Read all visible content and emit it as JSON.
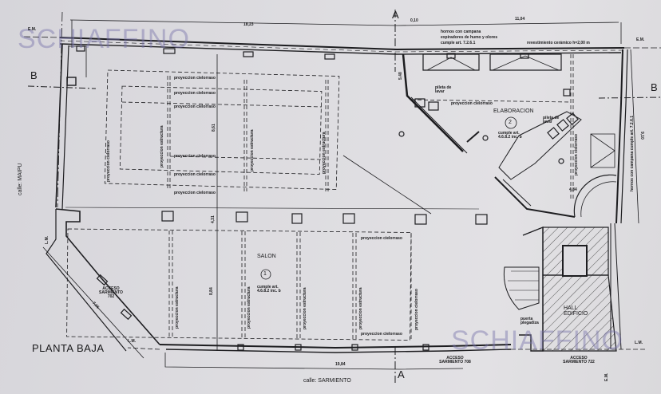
{
  "drawing": {
    "title": "PLANTA BAJA",
    "watermark": "SCHIAFFINO",
    "sections": {
      "A_top": "A",
      "A_bottom": "A",
      "B_left": "B",
      "B_right": "B"
    },
    "line_markers": {
      "em_left": "E.M.",
      "em_right": "E.M.",
      "lm_left_upper": "L.M.",
      "lm_left_lower": "L.M.",
      "lm_right": "L.M.",
      "em_bottom_right": "E.M."
    },
    "streets": {
      "left": "calle: MAIPU",
      "bottom": "calle: SARMIENTO"
    },
    "dimensions": {
      "top_left": "18,23",
      "top_right": "11,04",
      "top_small": "0,10",
      "bottom": "19,84",
      "diagonal": "7,06",
      "right": "9,10",
      "kitchen_side": "5,48",
      "salon_mid": "8,84",
      "salon_upper": "8,61",
      "hall_small": "4,31",
      "elab_small": "4,84"
    },
    "rooms": [
      {
        "name": "SALON",
        "number": "1",
        "note": "cumple art. 4.6.8.2 inc. b"
      },
      {
        "name": "ELABORACION",
        "number": "2",
        "note": "cumple art. 4.6.8.2 inc. b"
      },
      {
        "name": "HALL EDIFICIO",
        "number": ""
      }
    ],
    "annotations": {
      "hornos": "hornos con campana",
      "hornos2": "expiradores de humo y olores",
      "hornos3": "cumple art. 7.2.6.1",
      "revestimiento": "revestimiento cerámico h=2,00 m",
      "pileta1": "pileta de lavar",
      "pileta2": "pileta de lavar",
      "proy_cielorraso": "proyeccion cielorraso",
      "proy_estructura": "proyeccion estructura",
      "acceso_702": "ACCESO SARMIENTO 702",
      "acceso_708": "ACCESO SARMIENTO 708",
      "acceso_722": "ACCESO SARMIENTO 722",
      "puerta": "puerta plegadiza",
      "right_note": "hornos con campana cumple art. 7.2.6.1"
    }
  }
}
